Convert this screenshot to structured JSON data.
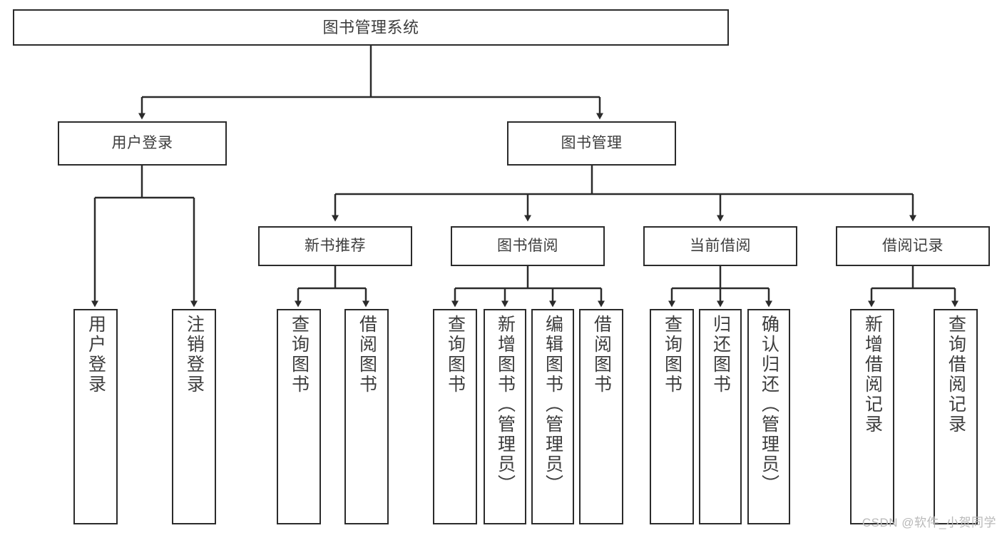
{
  "diagram": {
    "type": "tree-hierarchy",
    "title": "图书管理系统",
    "colors": {
      "box_border": "#2b2b2b",
      "box_fill": "#ffffff",
      "connector": "#2b2b2b",
      "text": "#3d3d3d",
      "watermark": "#b9b9b9",
      "background": "#ffffff"
    },
    "levels": {
      "root": [
        "图书管理系统"
      ],
      "level2": [
        "用户登录",
        "图书管理"
      ],
      "level3": [
        "新书推荐",
        "图书借阅",
        "当前借阅",
        "借阅记录"
      ],
      "leaves": [
        "用户登录",
        "注销登录",
        "查询图书",
        "借阅图书",
        "查询图书",
        "新增图书（管理员）",
        "编辑图书（管理员）",
        "借阅图书",
        "查询图书",
        "归还图书",
        "确认归还（管理员）",
        "新增借阅记录",
        "查询借阅记录"
      ]
    }
  },
  "nodes": {
    "root": {
      "label": "图书管理系统"
    },
    "user_login": {
      "label": "用户登录"
    },
    "book_manage": {
      "label": "图书管理"
    },
    "new_book_rec": {
      "label": "新书推荐"
    },
    "book_borrow": {
      "label": "图书借阅"
    },
    "current_borrow": {
      "label": "当前借阅"
    },
    "borrow_record": {
      "label": "借阅记录"
    },
    "leaf_user_login": {
      "label": "用户登录"
    },
    "leaf_logout": {
      "label": "注销登录"
    },
    "leaf_query_book_1": {
      "label": "查询图书"
    },
    "leaf_borrow_book_1": {
      "label": "借阅图书"
    },
    "leaf_query_book_2": {
      "label": "查询图书"
    },
    "leaf_add_book": {
      "label": "新增图书（管理员）"
    },
    "leaf_edit_book": {
      "label": "编辑图书（管理员）"
    },
    "leaf_borrow_book_2": {
      "label": "借阅图书"
    },
    "leaf_query_book_3": {
      "label": "查询图书"
    },
    "leaf_return_book": {
      "label": "归还图书"
    },
    "leaf_confirm_return": {
      "label": "确认归还（管理员）"
    },
    "leaf_add_record": {
      "label": "新增借阅记录"
    },
    "leaf_query_record": {
      "label": "查询借阅记录"
    }
  },
  "watermark": {
    "text": "CSDN @软件_小贺同学"
  }
}
